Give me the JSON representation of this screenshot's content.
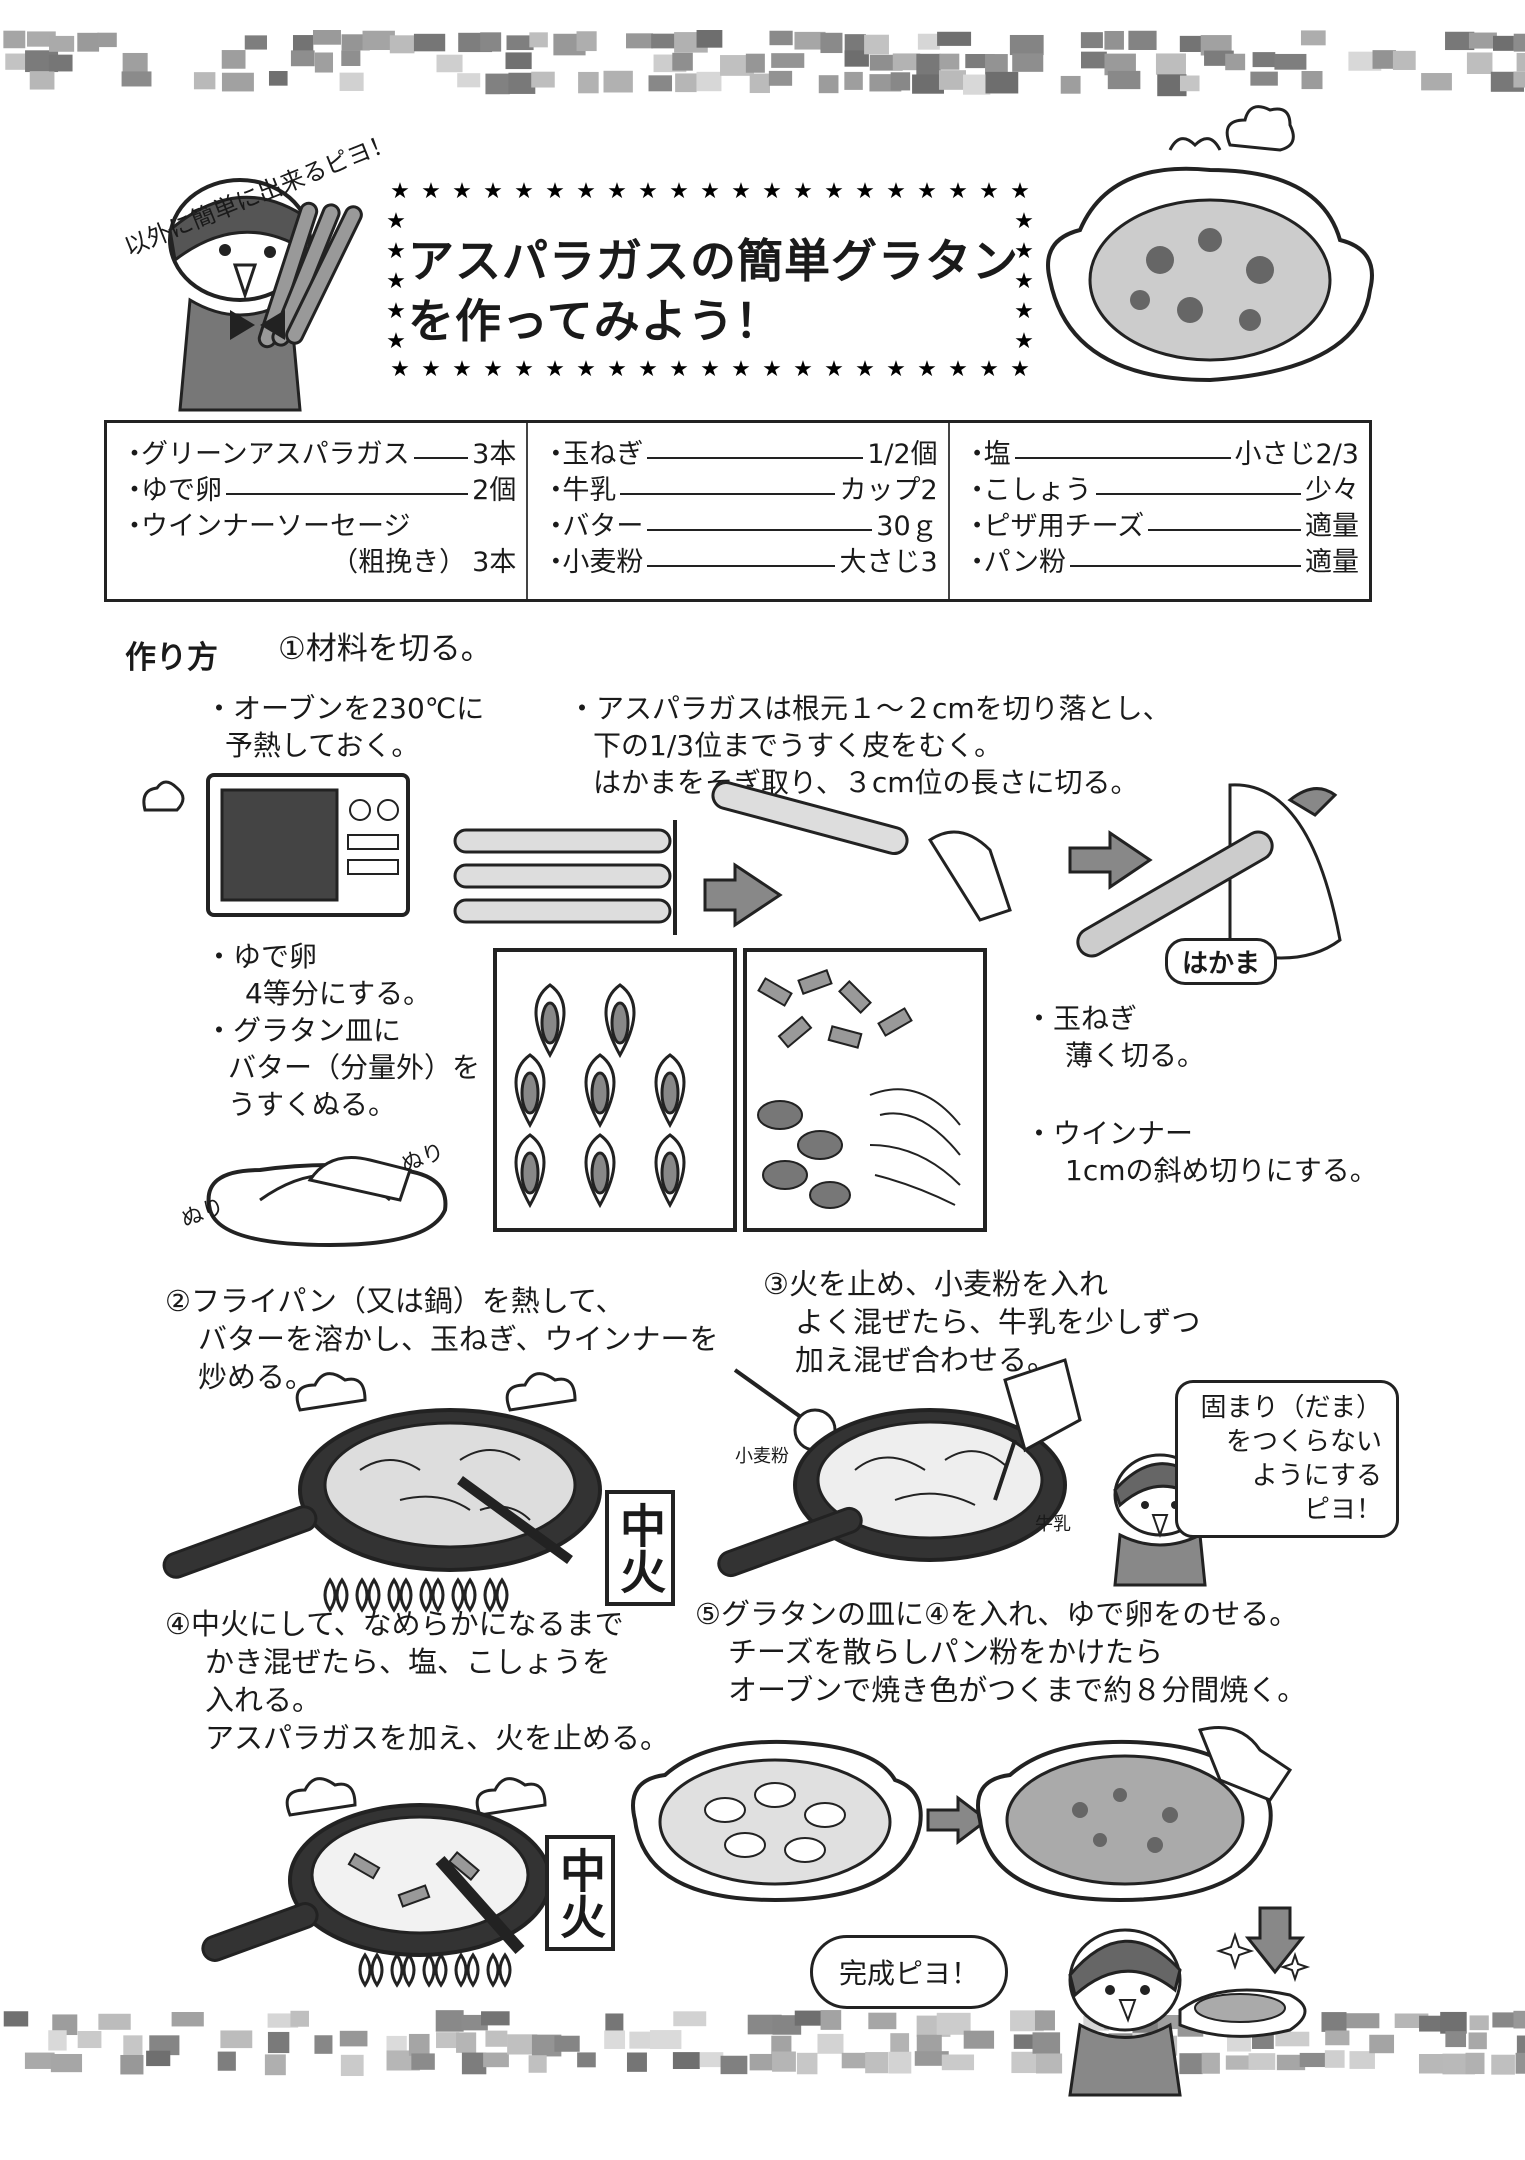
{
  "mascot_tagline": "以外に簡単に出来るピヨ！",
  "title": {
    "line1": "アスパラガスの簡単グラタン",
    "line2": "を作ってみよう！"
  },
  "ingredients": [
    [
      {
        "name": "グリーンアスパラガス",
        "amount": "3本"
      },
      {
        "name": "ゆで卵",
        "amount": "2個"
      },
      {
        "name": "ウインナーソーセージ",
        "amount": ""
      },
      {
        "name": "",
        "sub": "（粗挽き）",
        "amount": "3本"
      }
    ],
    [
      {
        "name": "玉ねぎ",
        "amount": "1/2個"
      },
      {
        "name": "牛乳",
        "amount": "カップ2"
      },
      {
        "name": "バター",
        "amount": "30ｇ"
      },
      {
        "name": "小麦粉",
        "amount": "大さじ3"
      }
    ],
    [
      {
        "name": "塩",
        "amount": "小さじ2/3"
      },
      {
        "name": "こしょう",
        "amount": "少々"
      },
      {
        "name": "ピザ用チーズ",
        "amount": "適量"
      },
      {
        "name": "パン粉",
        "amount": "適量"
      }
    ]
  ],
  "method": {
    "label": "作り方",
    "step1": "①材料を切る。",
    "oven": [
      "・オーブンを230℃に",
      "予熱しておく。"
    ],
    "asparagus": [
      "・アスパラガスは根元１～２cmを切り落とし、",
      "下の1/3位までうすく皮をむく。",
      "はかまをそぎ取り、３cm位の長さに切る。"
    ],
    "hakama": "はかま",
    "egg": [
      "・ゆで卵",
      "4等分にする。",
      "・グラタン皿に",
      "バター（分量外）を",
      "うすくぬる。"
    ],
    "nuri": "ぬり",
    "onion": [
      "・玉ねぎ",
      "薄く切る。"
    ],
    "sausage": [
      "・ウインナー",
      "1cmの斜め切りにする。"
    ],
    "step2": [
      "②フライパン（又は鍋）を熱して、",
      "バターを溶かし、玉ねぎ、ウインナーを",
      "炒める。"
    ],
    "step3": [
      "③火を止め、小麦粉を入れ",
      "よく混ぜたら、牛乳を少しずつ",
      "加え混ぜ合わせる。"
    ],
    "flour_label": "小麦粉",
    "milk_label": "牛乳",
    "tip": [
      "固まり（だま）",
      "をつくらない",
      "ようにする",
      "ピヨ！"
    ],
    "step4": [
      "④中火にして、なめらかになるまで",
      "かき混ぜたら、塩、こしょうを",
      "入れる。",
      "アスパラガスを加え、火を止める。"
    ],
    "step5": [
      "⑤グラタンの皿に④を入れ、ゆで卵をのせる。",
      "チーズを散らしパン粉をかけたら",
      "オーブンで焼き色がつくまで約８分間焼く。"
    ],
    "heat": "中火",
    "done": "完成ピヨ！"
  }
}
